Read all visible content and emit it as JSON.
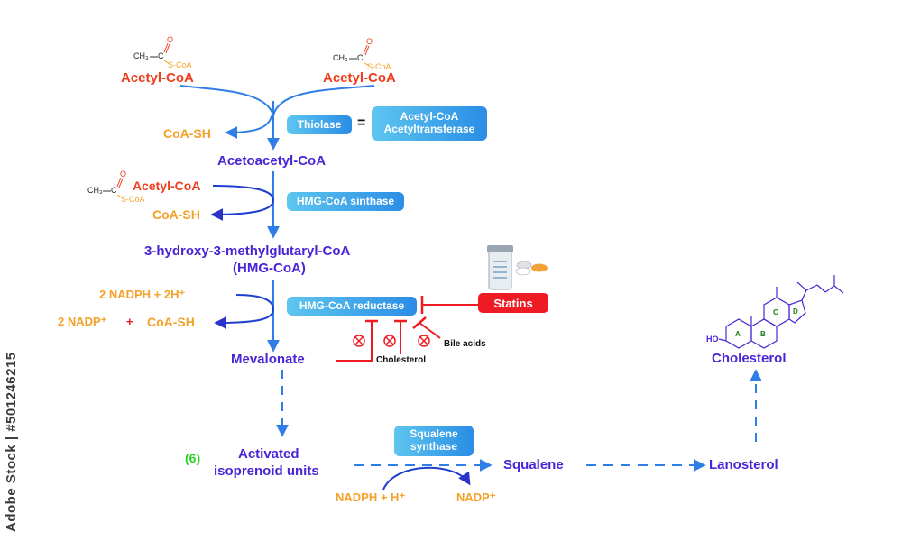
{
  "substrates": {
    "acetyl_coa_1": "Acetyl-CoA",
    "acetyl_coa_2": "Acetyl-CoA",
    "acetyl_coa_3": "Acetyl-CoA",
    "struct_ch3": "CH₃",
    "struct_c": "C",
    "struct_o": "O",
    "struct_scoa": "S-CoA"
  },
  "byproducts": {
    "coa_sh_1": "CoA-SH",
    "coa_sh_2": "CoA-SH",
    "coa_sh_3": "CoA-SH",
    "nadph_2h": "2 NADPH + 2H⁺",
    "nadp_2": "2 NADP⁺",
    "plus": "+",
    "nadph_h": "NADPH + H⁺",
    "nadp": "NADP⁺"
  },
  "intermediates": {
    "acetoacetyl": "Acetoacetyl-CoA",
    "hmg_line1": "3-hydroxy-3-methylglutaryl-CoA",
    "hmg_line2": "(HMG-CoA)",
    "mevalonate": "Mevalonate",
    "activated_line1": "Activated",
    "activated_line2": "isoprenoid units",
    "step_count": "(6)",
    "squalene": "Squalene",
    "lanosterol": "Lanosterol",
    "cholesterol": "Cholesterol"
  },
  "enzymes": {
    "thiolase": "Thiolase",
    "equals": "=",
    "acat_line1": "Acetyl-CoA",
    "acat_line2": "Acetyltransferase",
    "hmg_synthase": "HMG-CoA sinthase",
    "hmg_reductase": "HMG-CoA reductase",
    "squalene_synthase_line1": "Squalene",
    "squalene_synthase_line2": "synthase"
  },
  "inhibitors": {
    "statins": "Statins",
    "cholesterol": "Cholesterol",
    "bile_acids": "Bile acids"
  },
  "sterol_structure": {
    "ho": "HO",
    "ring_a": "A",
    "ring_b": "B",
    "ring_c": "C",
    "ring_d": "D"
  },
  "watermark": {
    "side_text": "Adobe Stock | #501246215"
  },
  "colors": {
    "acetyl": "#ef3e1e",
    "byproduct": "#f4a12a",
    "intermediate": "#4a25d6",
    "arrow": "#2f7ee8",
    "enzyme": "#2a8de6",
    "inhibitor": "#ee1b24",
    "step_count": "#2bd12b"
  }
}
